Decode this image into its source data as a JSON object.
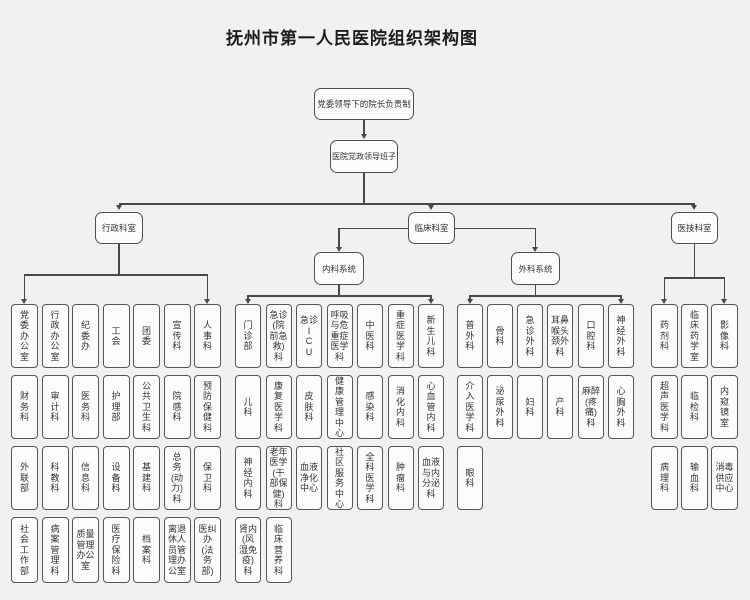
{
  "title": "抚州市第一人民医院组织架构图",
  "colors": {
    "background": "#f1f1f0",
    "line": "#4a4a4a",
    "box_border": "#565656",
    "box_fill": "#fcfcfc",
    "text": "#333333"
  },
  "root": {
    "label": "党委领导下的院长负责制"
  },
  "leadership": {
    "label": "医院党政领导班子"
  },
  "groups": {
    "admin": {
      "label": "行政科室",
      "columns": [
        [
          "党\n委\n办\n公\n室",
          "财\n务\n科",
          "外\n联\n部",
          "社\n会\n工\n作\n部"
        ],
        [
          "行\n政\n办\n公\n室",
          "审\n计\n科",
          "科\n教\n科",
          "病\n案\n管\n理\n科"
        ],
        [
          "纪\n委\n办",
          "医\n务\n科",
          "信\n息\n科",
          "质量\n管理\n办公\n室"
        ],
        [
          "工\n会",
          "护\n理\n部",
          "设\n备\n科",
          "医\n疗\n保\n险\n科"
        ],
        [
          "团\n委",
          "公\n共\n卫\n生\n科",
          "基\n建\n科",
          "档\n案\n科"
        ],
        [
          "宣\n传\n科",
          "院\n感\n科",
          "总\n务\n(动\n力)\n科",
          "离退\n休人\n员管\n理办\n公室"
        ],
        [
          "人\n事\n科",
          "预\n防\n保\n健\n科",
          "保\n卫\n科",
          "医纠\n办\n(法\n务\n部)"
        ]
      ]
    },
    "clinical": {
      "label": "临床科室"
    },
    "internal": {
      "label": "内科系统",
      "columns": [
        [
          "门\n诊\n部",
          "儿\n科",
          "神\n经\n内\n科",
          "肾内\n(风\n湿免\n疫)\n科"
        ],
        [
          "急诊\n(院\n前急\n救)\n科",
          "康\n复\n医\n学\n科",
          "老年\n医学\n(干\n部保\n健)\n科",
          "临\n床\n营\n养\n科"
        ],
        [
          "急诊\nI\nC\nU",
          "皮\n肤\n科",
          "血液\n净化\n中心"
        ],
        [
          "呼吸\n与危\n重症\n医学\n科",
          "健\n康\n管\n理\n中\n心",
          "社\n区\n服\n务\n中\n心"
        ],
        [
          "中\n医\n科",
          "感\n染\n科",
          "全\n科\n医\n学\n科"
        ],
        [
          "重\n症\n医\n学\n科",
          "消\n化\n内\n科",
          "肿\n瘤\n科"
        ],
        [
          "新\n生\n儿\n科",
          "心\n血\n管\n内\n科",
          "血液\n与内\n分泌\n科"
        ]
      ]
    },
    "surgical": {
      "label": "外科系统",
      "columns": [
        [
          "普\n外\n科",
          "介\n入\n医\n学\n科",
          "眼\n科"
        ],
        [
          "骨\n科",
          "泌\n尿\n外\n科"
        ],
        [
          "急\n诊\n外\n科",
          "妇\n科"
        ],
        [
          "耳鼻\n喉头\n颈外\n科",
          "产\n科"
        ],
        [
          "口\n腔\n科",
          "麻醉\n(疼\n痛)\n科"
        ],
        [
          "神\n经\n外\n科",
          "心\n胸\n外\n科"
        ]
      ]
    },
    "medtech": {
      "label": "医技科室",
      "columns": [
        [
          "药\n剂\n科",
          "超\n声\n医\n学\n科",
          "病\n理\n科"
        ],
        [
          "临\n床\n药\n学\n室",
          "临\n检\n科",
          "输\n血\n科"
        ],
        [
          "影\n像\n科",
          "内\n窥\n镜\n室",
          "消毒\n供应\n中心"
        ]
      ]
    }
  }
}
